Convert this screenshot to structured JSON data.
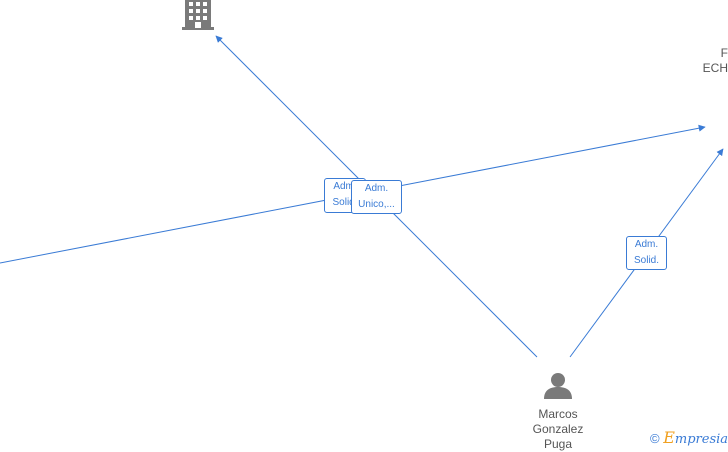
{
  "graph": {
    "edge_labels": {
      "solid_left": [
        "Adm.",
        "Solid."
      ],
      "unico": [
        "Adm.",
        "Unico,..."
      ],
      "solid_right": [
        "Adm.",
        "Solid."
      ]
    },
    "person": {
      "name_lines": [
        "Marcos",
        "Gonzalez",
        "Puga"
      ]
    },
    "company_right": {
      "name_lines": [
        "F",
        "ECH"
      ]
    },
    "colors": {
      "edge": "#3a7bd5",
      "node_icon": "#7a7a7a",
      "label_text": "#555555"
    }
  },
  "footer": {
    "copyright_symbol": "©",
    "brand_initial": "E",
    "brand_rest": "mpresia"
  }
}
